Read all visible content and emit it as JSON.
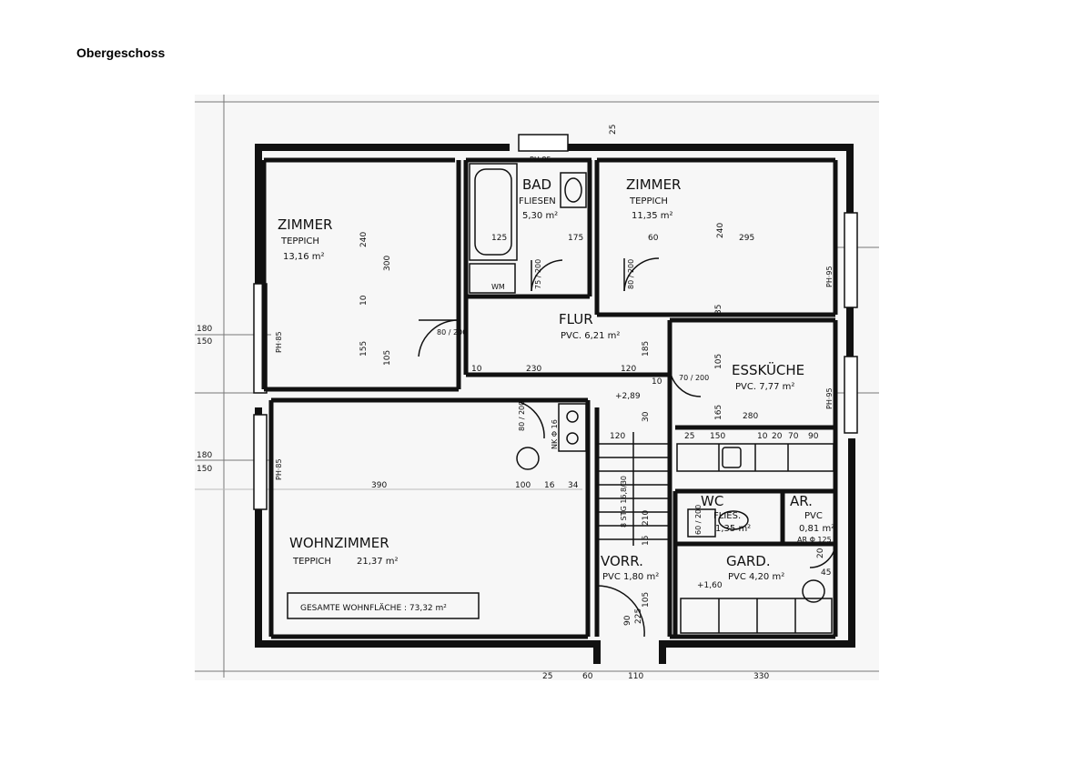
{
  "page": {
    "heading": "Obergeschoss"
  },
  "rooms": {
    "zimmer_left": {
      "name": "ZIMMER",
      "floor": "TEPPICH",
      "area": "13,16 m²"
    },
    "bad": {
      "name": "BAD",
      "floor": "FLIESEN",
      "area": "5,30 m²"
    },
    "zimmer_right": {
      "name": "ZIMMER",
      "floor": "TEPPICH",
      "area": "11,35 m²"
    },
    "flur": {
      "name": "FLUR",
      "floor_area": "PVC. 6,21 m²"
    },
    "esskueche": {
      "name": "ESSKÜCHE",
      "floor_area": "PVC. 7,77 m²"
    },
    "wohnzimmer": {
      "name": "WOHNZIMMER",
      "floor": "TEPPICH",
      "area": "21,37 m²"
    },
    "wc": {
      "name": "WC",
      "floor": "FLIES.",
      "area": "1,35 m²"
    },
    "ar": {
      "name": "AR.",
      "floor": "PVC",
      "area": "0,81 m²"
    },
    "vorr": {
      "name": "VORR.",
      "floor_area": "PVC 1,80 m²"
    },
    "gard": {
      "name": "GARD.",
      "floor_area": "PVC 4,20 m²"
    }
  },
  "summary_box": {
    "text": "GESAMTE WOHNFLÄCHE : 73,32 m²"
  },
  "labels": {
    "ph85_top": "PH·85",
    "ph85_left_top": "PH·85",
    "ph85_left_bottom": "PH·85",
    "ph95_top": "PH·95",
    "ph95_bottom": "PH·95",
    "nk": "NK Φ 16",
    "ar_vent": "AR Φ 125",
    "wm": "WM",
    "level_1": "+2,89",
    "level_2": "+1,60",
    "stair": "8 STG 16,8/30"
  },
  "dimensions": {
    "left_180_a": "180",
    "left_150_a": "150",
    "left_180_b": "180",
    "left_150_b": "150",
    "top_25": "25",
    "d240_left": "240",
    "d300": "300",
    "d10_left": "10",
    "d155": "155",
    "d105_left": "105",
    "d125": "125",
    "d175": "175",
    "d60_top": "60",
    "d240_right": "240",
    "d295": "295",
    "door_80_200": "80 / 200",
    "door_75_200_bad": "75 / 200",
    "door_80_200_zr": "80 / 200",
    "d10_a": "10",
    "d230": "230",
    "d120_a": "120",
    "d185": "185",
    "d10_b": "10",
    "d35": "35",
    "d105_right": "105",
    "door_70_200": "70 / 200",
    "d165": "165",
    "d280": "280",
    "d25_k": "25",
    "d150_k": "150",
    "d10_k": "10",
    "d20_k": "20",
    "d70_k": "70",
    "d90_k": "90",
    "door_80_200_wz": "80 / 200",
    "d30": "30",
    "d120_b": "120",
    "d390": "390",
    "d100": "100",
    "d16": "16",
    "d34": "34",
    "d210": "210",
    "d15": "15",
    "door_60_200": "60 / 200",
    "d20_gard": "20",
    "d90_vorr": "90",
    "d225": "225",
    "d105_gard": "105",
    "d45": "45",
    "bot_25": "25",
    "bot_60": "60",
    "bot_110": "110",
    "bot_330": "330"
  }
}
